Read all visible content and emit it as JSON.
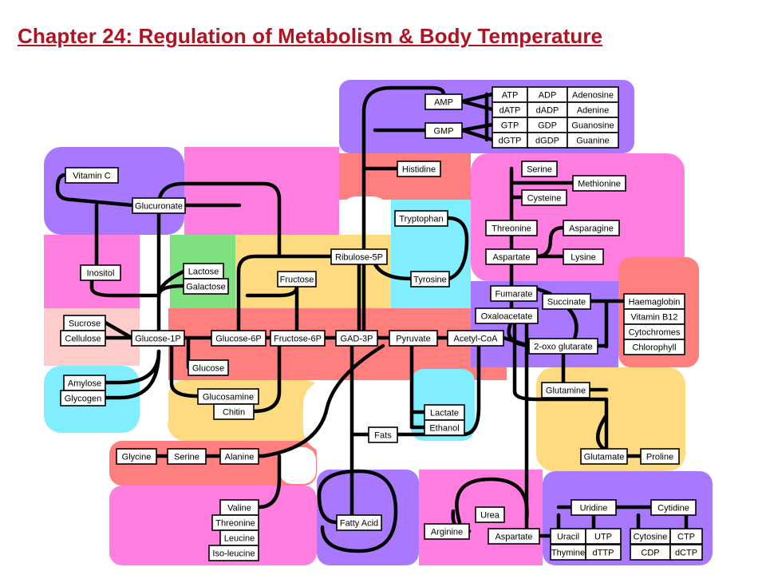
{
  "title": "Chapter 24:  Regulation of Metabolism & Body Temperature",
  "colors": {
    "title": "#b01322",
    "purple": "#a878ff",
    "pink": "#ff7ee0",
    "salmon": "#ff7f7f",
    "cyan": "#80eeff",
    "yellow": "#fedb80",
    "green": "#7fe07f",
    "light_pink": "#ffcccc"
  },
  "nodes": [
    {
      "id": "atp",
      "label": "ATP"
    },
    {
      "id": "adp",
      "label": "ADP"
    },
    {
      "id": "adenosine",
      "label": "Adenosine"
    },
    {
      "id": "datp",
      "label": "dATP"
    },
    {
      "id": "dadp",
      "label": "dADP"
    },
    {
      "id": "adenine",
      "label": "Adenine"
    },
    {
      "id": "gtp",
      "label": "GTP"
    },
    {
      "id": "gdp",
      "label": "GDP"
    },
    {
      "id": "guanosine",
      "label": "Guanosine"
    },
    {
      "id": "dgtp",
      "label": "dGTP"
    },
    {
      "id": "dgdp",
      "label": "dGDP"
    },
    {
      "id": "guanine",
      "label": "Guanine"
    },
    {
      "id": "amp",
      "label": "AMP"
    },
    {
      "id": "gmp",
      "label": "GMP"
    },
    {
      "id": "vitamin_c",
      "label": "Vitamin C"
    },
    {
      "id": "glucuronate",
      "label": "Glucuronate"
    },
    {
      "id": "histidine",
      "label": "Histidine"
    },
    {
      "id": "serine_top",
      "label": "Serine"
    },
    {
      "id": "methionine",
      "label": "Methionine"
    },
    {
      "id": "cysteine",
      "label": "Cysteine"
    },
    {
      "id": "tryptophan",
      "label": "Tryptophan"
    },
    {
      "id": "threonine_top",
      "label": "Threonine"
    },
    {
      "id": "asparagine",
      "label": "Asparagine"
    },
    {
      "id": "aspartate_top",
      "label": "Aspartate"
    },
    {
      "id": "lysine",
      "label": "Lysine"
    },
    {
      "id": "inositol",
      "label": "Inositol"
    },
    {
      "id": "lactose",
      "label": "Lactose"
    },
    {
      "id": "galactose",
      "label": "Galactose"
    },
    {
      "id": "ribulose5p",
      "label": "Ribulose-5P"
    },
    {
      "id": "fructose",
      "label": "Fructose"
    },
    {
      "id": "tyrosine",
      "label": "Tyrosine"
    },
    {
      "id": "fumarate",
      "label": "Fumarate"
    },
    {
      "id": "succinate",
      "label": "Succinate"
    },
    {
      "id": "oxaloacetate",
      "label": "Oxaloacetate"
    },
    {
      "id": "haemaglobin",
      "label": "Haemaglobin"
    },
    {
      "id": "vitamin_b12",
      "label": "Vitamin B12"
    },
    {
      "id": "cytochromes",
      "label": "Cytochromes"
    },
    {
      "id": "chlorophyll",
      "label": "Chlorophyll"
    },
    {
      "id": "sucrose",
      "label": "Sucrose"
    },
    {
      "id": "cellulose",
      "label": "Cellulose"
    },
    {
      "id": "glucose1p",
      "label": "Glucose-1P"
    },
    {
      "id": "glucose6p",
      "label": "Glucose-6P"
    },
    {
      "id": "fructose6p",
      "label": "Fructose-6P"
    },
    {
      "id": "gad3p",
      "label": "GAD-3P"
    },
    {
      "id": "pyruvate",
      "label": "Pyruvate"
    },
    {
      "id": "acetylcoa",
      "label": "Acetyl-CoA"
    },
    {
      "id": "oxoglutarate",
      "label": "2-oxo glutarate"
    },
    {
      "id": "glucose",
      "label": "Glucose"
    },
    {
      "id": "amylose",
      "label": "Amylose"
    },
    {
      "id": "glycogen",
      "label": "Glycogen"
    },
    {
      "id": "glutamine",
      "label": "Glutamine"
    },
    {
      "id": "glucosamine",
      "label": "Glucosamine"
    },
    {
      "id": "chitin",
      "label": "Chitin"
    },
    {
      "id": "lactate",
      "label": "Lactate"
    },
    {
      "id": "ethanol",
      "label": "Ethanol"
    },
    {
      "id": "fats",
      "label": "Fats"
    },
    {
      "id": "glycine",
      "label": "Glycine"
    },
    {
      "id": "serine_bottom",
      "label": "Serine"
    },
    {
      "id": "alanine",
      "label": "Alanine"
    },
    {
      "id": "glutamate",
      "label": "Glutamate"
    },
    {
      "id": "proline",
      "label": "Proline"
    },
    {
      "id": "valine",
      "label": "Valine"
    },
    {
      "id": "threonine_bottom",
      "label": "Threonine"
    },
    {
      "id": "leucine",
      "label": "Leucine"
    },
    {
      "id": "isoleucine",
      "label": "Iso-leucine"
    },
    {
      "id": "fatty_acid",
      "label": "Fatty Acid"
    },
    {
      "id": "urea",
      "label": "Urea"
    },
    {
      "id": "arginine",
      "label": "Arginine"
    },
    {
      "id": "aspartate_bottom",
      "label": "Aspartate"
    },
    {
      "id": "uridine",
      "label": "Uridine"
    },
    {
      "id": "cytidine",
      "label": "Cytidine"
    },
    {
      "id": "uracil",
      "label": "Uracil"
    },
    {
      "id": "utp",
      "label": "UTP"
    },
    {
      "id": "cytosine",
      "label": "Cytosine"
    },
    {
      "id": "ctp",
      "label": "CTP"
    },
    {
      "id": "thymine",
      "label": "Thymine"
    },
    {
      "id": "dttp",
      "label": "dTTP"
    },
    {
      "id": "cdp",
      "label": "CDP"
    },
    {
      "id": "dctp",
      "label": "dCTP"
    }
  ]
}
